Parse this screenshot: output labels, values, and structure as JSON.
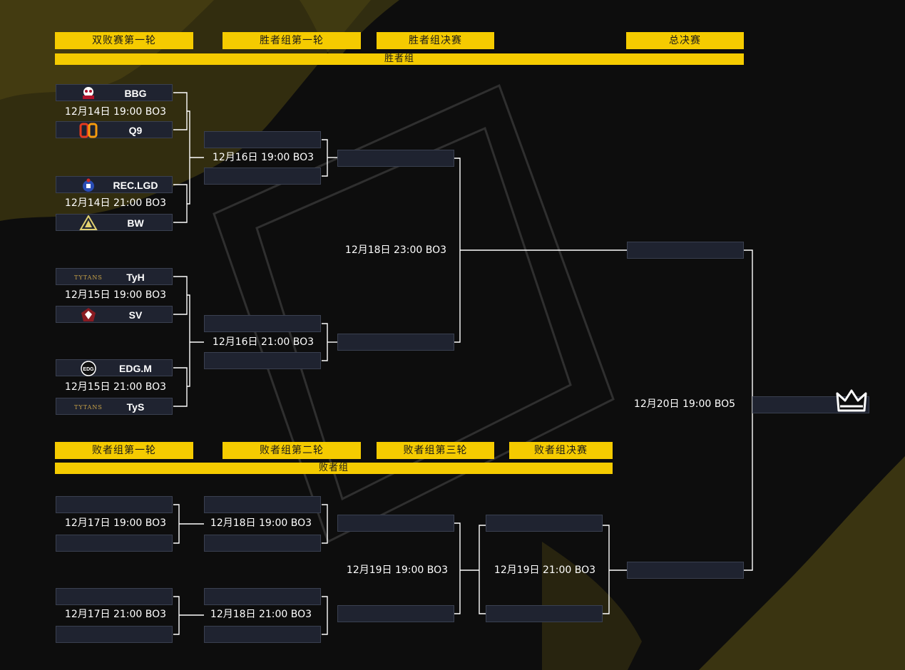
{
  "winners": {
    "headers": [
      "双败赛第一轮",
      "胜者组第一轮",
      "胜者组决赛",
      "总决赛"
    ],
    "group_label": "胜者组",
    "round1": [
      {
        "team_a": "BBG",
        "team_b": "Q9",
        "time": "12月14日  19:00  BO3"
      },
      {
        "team_a": "REC.LGD",
        "team_b": "BW",
        "time": "12月14日  21:00  BO3"
      },
      {
        "team_a": "TyH",
        "team_b": "SV",
        "time": "12月15日  19:00  BO3"
      },
      {
        "team_a": "EDG.M",
        "team_b": "TyS",
        "time": "12月15日  21:00  BO3"
      }
    ],
    "round2_times": [
      "12月16日  19:00  BO3",
      "12月16日  21:00  BO3"
    ],
    "final_time": "12月18日  23:00  BO3"
  },
  "grand_final_time": "12月20日  19:00  BO5",
  "losers": {
    "headers": [
      "败者组第一轮",
      "败者组第二轮",
      "败者组第三轮",
      "败者组决赛"
    ],
    "group_label": "败者组",
    "round1_times": [
      "12月17日  19:00  BO3",
      "12月17日  21:00  BO3"
    ],
    "round2_times": [
      "12月18日  19:00  BO3",
      "12月18日  21:00  BO3"
    ],
    "round3_time": "12月19日  19:00  BO3",
    "final_time": "12月19日  21:00  BO3"
  },
  "logos": {
    "BBG": "bbg-skull-icon",
    "Q9": "q9-icon",
    "REC.LGD": "lgd-icon",
    "BW": "black-wolf-icon",
    "TyH": "tytans-wordmark",
    "SV": "valiant-icon",
    "EDG.M": "edg-icon",
    "TyS": "tytans-wordmark"
  },
  "logo_text": {
    "tytans": "TYTANS",
    "edg": "EDG"
  },
  "colors": {
    "accent": "#f5cb00",
    "slot": "#1f2330",
    "line": "#ffffff"
  }
}
